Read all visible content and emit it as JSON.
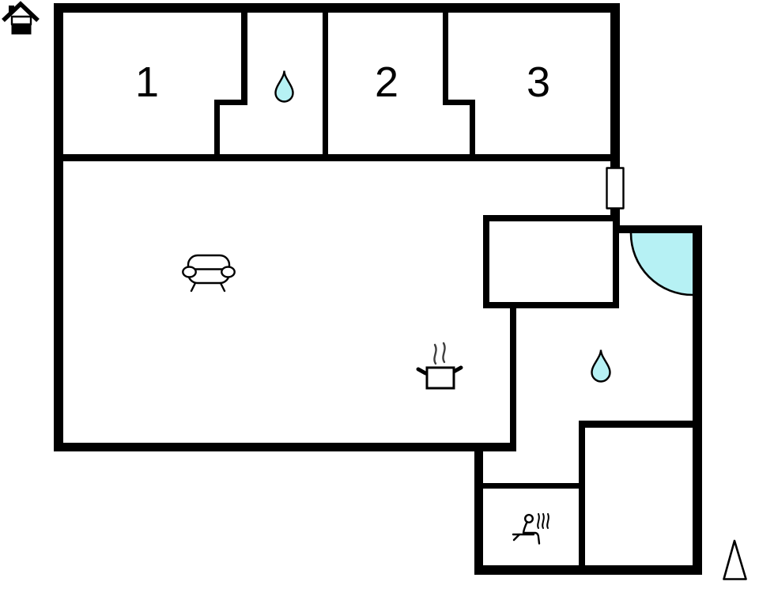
{
  "plan": {
    "rooms": [
      {
        "label": "1"
      },
      {
        "label": "2"
      },
      {
        "label": "3"
      }
    ]
  },
  "colors": {
    "wall": "#000000",
    "water": "#b6f1f4",
    "bg": "#ffffff"
  },
  "icons": {
    "logo": "house-logo",
    "bathroom_top": "water-drop-icon",
    "bathroom_right": "water-drop-icon",
    "living_room": "sofa-icon",
    "kitchen": "cooking-pot-icon",
    "sauna": "sauna-person-icon",
    "entrance": "door-swing-arc",
    "window": "window-symbol",
    "north": "north-arrow-icon"
  }
}
